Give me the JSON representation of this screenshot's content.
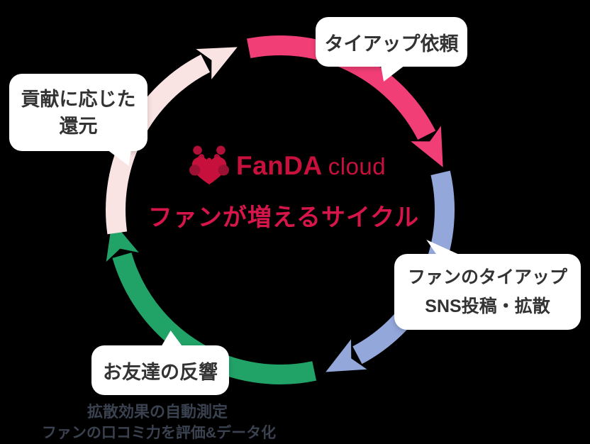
{
  "diagram": {
    "background_color": "#000000",
    "center": {
      "logo": {
        "icon": "panda-heart-icon",
        "brand": "FanDA",
        "suffix": "cloud",
        "brand_color": "#C8103C"
      },
      "headline": "ファンが増えるサイクル",
      "headline_color": "#D6164A"
    },
    "steps": [
      {
        "name": "tieup-request",
        "label": "タイアップ依頼",
        "arrow_color": "#F23E76",
        "position": "top-right"
      },
      {
        "name": "fan-sns-share",
        "label_line1": "ファンのタイアップ",
        "label_line2": "SNS投稿・拡散",
        "arrow_color": "#93A7DB",
        "position": "right-bottom"
      },
      {
        "name": "friends-response",
        "label": "お友達の反響",
        "arrow_color": "#21A368",
        "position": "bottom-left"
      },
      {
        "name": "reward-for-contribution",
        "label_line1": "貢献に応じた",
        "label_line2": "還元",
        "arrow_color": "#FAE3E3",
        "position": "left-top"
      }
    ],
    "annotations": {
      "line1": "拡散効果の自動測定",
      "line2": "ファンの口コミ力を評価&データ化",
      "text_color": "#3A414F"
    }
  }
}
